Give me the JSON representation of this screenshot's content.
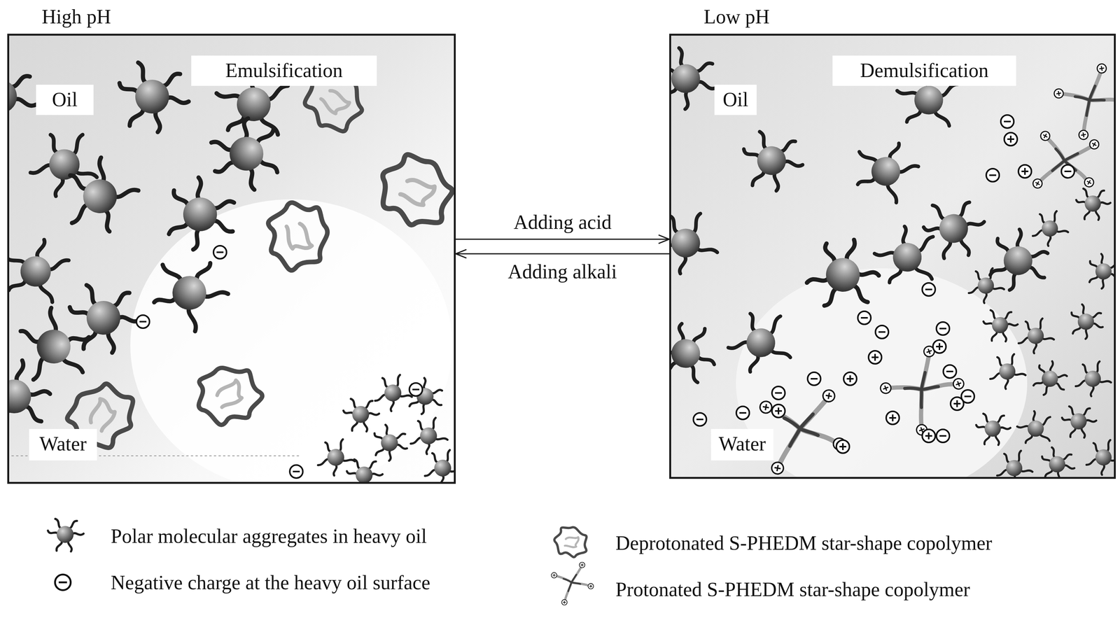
{
  "diagram": {
    "nodes": [
      {
        "text": [
          "High pH"
        ]
      },
      {
        "text": [
          "Emulsification"
        ],
        "in": 0
      },
      {
        "text": [
          "Oil"
        ],
        "in": 0
      },
      {
        "text": [
          "Water"
        ],
        "in": 0
      },
      {
        "text": [
          "Low pH"
        ]
      },
      {
        "text": [
          "Demulsification"
        ],
        "in": 4
      },
      {
        "text": [
          "Oil"
        ],
        "in": 4
      },
      {
        "text": [
          "Water"
        ],
        "in": 4
      }
    ],
    "edges": [
      {
        "from": 0,
        "to": 4,
        "label": "Adding acid",
        "arrow": "to"
      },
      {
        "from": 4,
        "to": 0,
        "label": "Adding alkali",
        "arrow": "to"
      }
    ],
    "legend": [
      {
        "text": "Polar molecular aggregates in heavy oil"
      },
      {
        "text": "Negative charge at the heavy oil surface"
      },
      {
        "text": "Deprotonated S-PHEDM star-shape copolymer"
      },
      {
        "text": "Protonated S-PHEDM star-shape copolymer"
      }
    ]
  }
}
